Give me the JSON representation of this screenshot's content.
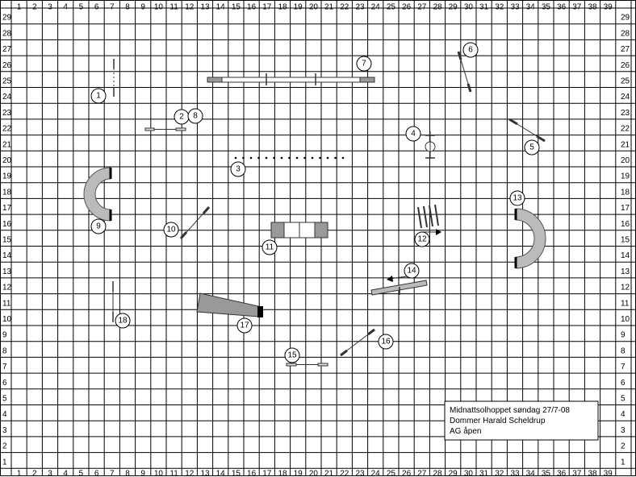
{
  "grid": {
    "columns": [
      "1",
      "2",
      "3",
      "4",
      "5",
      "6",
      "7",
      "8",
      "9",
      "10",
      "11",
      "12",
      "13",
      "14",
      "15",
      "16",
      "17",
      "18",
      "19",
      "20",
      "21",
      "22",
      "23",
      "24",
      "25",
      "26",
      "27",
      "28",
      "29",
      "30",
      "31",
      "32",
      "33",
      "34",
      "35",
      "36",
      "37",
      "38",
      "39"
    ],
    "rows": [
      "29",
      "28",
      "27",
      "26",
      "25",
      "24",
      "23",
      "22",
      "21",
      "20",
      "19",
      "18",
      "17",
      "16",
      "15",
      "14",
      "13",
      "12",
      "11",
      "10",
      "9",
      "8",
      "7",
      "6",
      "5",
      "4",
      "3",
      "2",
      "1"
    ]
  },
  "obstacles": [
    {
      "number": "1"
    },
    {
      "number": "2"
    },
    {
      "number": "8"
    },
    {
      "number": "3"
    },
    {
      "number": "4"
    },
    {
      "number": "5"
    },
    {
      "number": "6"
    },
    {
      "number": "7"
    },
    {
      "number": "9"
    },
    {
      "number": "10"
    },
    {
      "number": "11"
    },
    {
      "number": "12"
    },
    {
      "number": "13"
    },
    {
      "number": "14"
    },
    {
      "number": "15"
    },
    {
      "number": "16"
    },
    {
      "number": "17"
    },
    {
      "number": "18"
    }
  ],
  "info_box": {
    "line1": "Midnattsolhoppet søndag 27/7-08",
    "line2": "Dommer Harald Scheldrup",
    "line3": "AG åpen"
  }
}
